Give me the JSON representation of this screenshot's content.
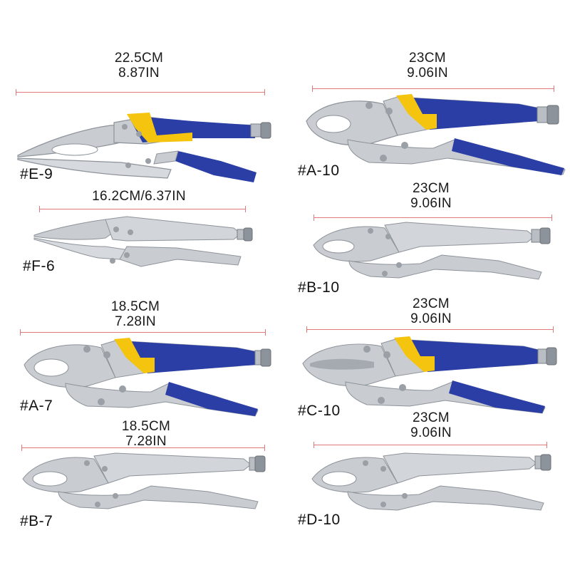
{
  "colors": {
    "steel": "#c9cdd2",
    "steel_dark": "#8d939a",
    "grip_blue": "#2a3ea6",
    "grip_yellow": "#f4c40f",
    "rule": "#e07a7a"
  },
  "tools": [
    {
      "code": "#E-9",
      "dim_line1": "22.5CM",
      "dim_line2": "8.87IN",
      "grip": "blue-yellow",
      "jaw": "long-nose"
    },
    {
      "code": "#A-10",
      "dim_line1": "23CM",
      "dim_line2": "9.06IN",
      "grip": "blue-yellow",
      "jaw": "curved"
    },
    {
      "code": "#F-6",
      "dim_line1": "16.2CM/6.37IN",
      "dim_line2": "",
      "grip": "none",
      "jaw": "long-nose"
    },
    {
      "code": "#B-10",
      "dim_line1": "23CM",
      "dim_line2": "9.06IN",
      "grip": "none",
      "jaw": "curved"
    },
    {
      "code": "#A-7",
      "dim_line1": "18.5CM",
      "dim_line2": "7.28IN",
      "grip": "blue-yellow",
      "jaw": "curved"
    },
    {
      "code": "#C-10",
      "dim_line1": "23CM",
      "dim_line2": "9.06IN",
      "grip": "blue-yellow",
      "jaw": "straight"
    },
    {
      "code": "#B-7",
      "dim_line1": "18.5CM",
      "dim_line2": "7.28IN",
      "grip": "none",
      "jaw": "curved"
    },
    {
      "code": "#D-10",
      "dim_line1": "23CM",
      "dim_line2": "9.06IN",
      "grip": "none",
      "jaw": "curved"
    }
  ]
}
